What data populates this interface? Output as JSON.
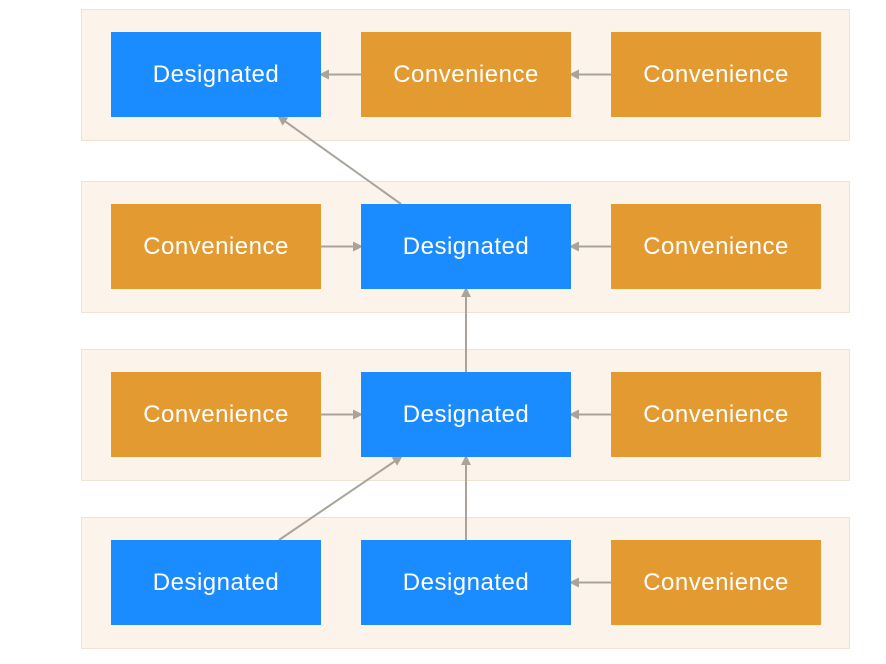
{
  "colors": {
    "designated": "#1a8cff",
    "convenience": "#e39a30",
    "band": "#fcf4ea",
    "arrow": "#a9a39b"
  },
  "rows": [
    {
      "nodes": [
        {
          "kind": "designated",
          "label": "Designated"
        },
        {
          "kind": "convenience",
          "label": "Convenience"
        },
        {
          "kind": "convenience",
          "label": "Convenience"
        }
      ]
    },
    {
      "nodes": [
        {
          "kind": "convenience",
          "label": "Convenience"
        },
        {
          "kind": "designated",
          "label": "Designated"
        },
        {
          "kind": "convenience",
          "label": "Convenience"
        }
      ]
    },
    {
      "nodes": [
        {
          "kind": "convenience",
          "label": "Convenience"
        },
        {
          "kind": "designated",
          "label": "Designated"
        },
        {
          "kind": "convenience",
          "label": "Convenience"
        }
      ]
    },
    {
      "nodes": [
        {
          "kind": "designated",
          "label": "Designated"
        },
        {
          "kind": "designated",
          "label": "Designated"
        },
        {
          "kind": "convenience",
          "label": "Convenience"
        }
      ]
    }
  ],
  "edges": [
    {
      "from": "0.1",
      "to": "0.0"
    },
    {
      "from": "0.2",
      "to": "0.1"
    },
    {
      "from": "1.1",
      "to": "0.0"
    },
    {
      "from": "1.0",
      "to": "1.1"
    },
    {
      "from": "1.2",
      "to": "1.1"
    },
    {
      "from": "2.1",
      "to": "1.1"
    },
    {
      "from": "2.0",
      "to": "2.1"
    },
    {
      "from": "2.2",
      "to": "2.1"
    },
    {
      "from": "3.0",
      "to": "2.1"
    },
    {
      "from": "3.1",
      "to": "2.1"
    },
    {
      "from": "3.2",
      "to": "3.1"
    }
  ]
}
